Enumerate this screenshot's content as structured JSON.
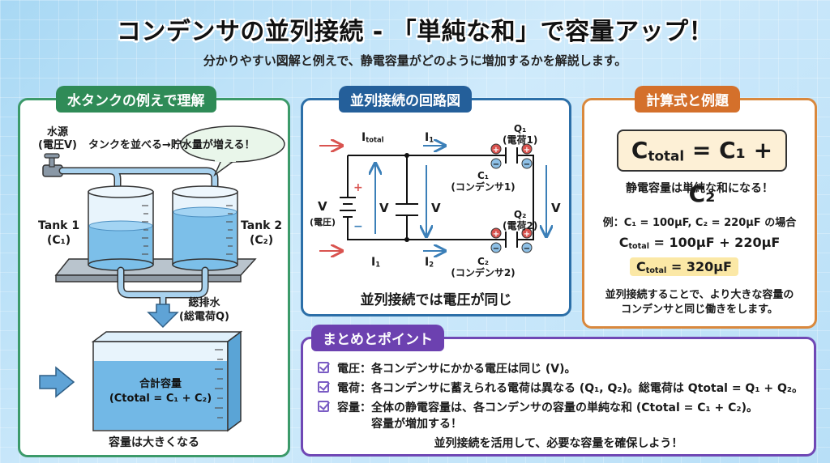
{
  "header": {
    "title": "コンデンサの並列接続 - 「単純な和」で容量アップ！",
    "subtitle": "分かりやすい図解と例えで、静電容量がどのように増加するかを解説します。"
  },
  "colors": {
    "tank_panel": "#3c9a6a",
    "circuit_panel": "#2c6fa8",
    "calc_panel": "#d9883d",
    "summary_panel": "#7048b5",
    "water": "#6fb6e6",
    "positive": "#d9534f",
    "negative": "#6aa8d8"
  },
  "tank_panel": {
    "tag": "水タンクの例えで理解",
    "source_label_1": "水源",
    "source_label_2": "(電圧V)",
    "bubble": "タンクを並べる→貯水量が増える！",
    "tank1_label": "Tank 1",
    "tank1_sub": "(C₁)",
    "tank2_label": "Tank 2",
    "tank2_sub": "(C₂)",
    "drain_label_1": "総排水",
    "drain_label_2": "(総電荷Q)",
    "total_label_1": "合計容量",
    "total_label_2": "(Ctotal = C₁ + C₂)",
    "caption": "容量は大きくなる"
  },
  "circuit_panel": {
    "tag": "並列接続の回路図",
    "i_total": "I",
    "i_total_sub": "total",
    "i1": "I",
    "i1_sub": "1",
    "i2_sub": "2",
    "v": "V",
    "battery_label": "V",
    "battery_sub": "(電圧)",
    "plus": "+",
    "minus": "−",
    "q1": "Q₁",
    "q1_sub": "(電荷1)",
    "q2": "Q₂",
    "q2_sub": "(電荷2)",
    "c1": "C₁",
    "c1_sub": "(コンデンサ1)",
    "c2": "C₂",
    "c2_sub": "(コンデンサ2)",
    "caption": "並列接続では電圧が同じ"
  },
  "calc_panel": {
    "tag": "計算式と例題",
    "formula_c": "C",
    "formula_sub": "total",
    "formula_rest": " = C₁ + C₂",
    "formula_note": "静電容量は単純な和になる！",
    "example": "例：C₁ = 100μF, C₂ = 220μF の場合",
    "step1_rest": " = 100μF + 220μF",
    "result_rest": " = 320μF",
    "c": "C",
    "total_sub": "total",
    "note_1": "並列接続することで、より大きな容量の",
    "note_2": "コンデンサと同じ働きをします。"
  },
  "summary_panel": {
    "tag": "まとめとポイント",
    "items": [
      {
        "label": "電圧",
        "text": "：各コンデンサにかかる電圧は同じ (V)。"
      },
      {
        "label": "電荷",
        "text": "：各コンデンサに蓄えられる電荷は異なる (Q₁, Q₂)。総電荷は Qtotal = Q₁ + Q₂。"
      },
      {
        "label": "容量",
        "text": "：全体の静電容量は、各コンデンサの容量の単純な和 (Ctotal = C₁ + C₂)。",
        "text2": "容量が増加する！"
      }
    ],
    "closing": "並列接続を活用して、必要な容量を確保しよう！"
  }
}
